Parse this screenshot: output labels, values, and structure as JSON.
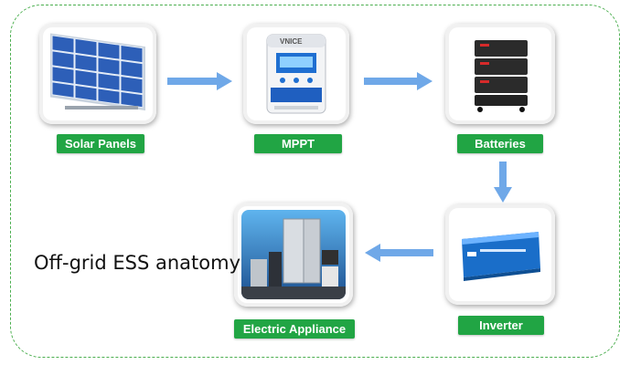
{
  "nodes": [
    {
      "id": "solar",
      "label": "Solar Panels",
      "icon": "solar-panel-array"
    },
    {
      "id": "mppt",
      "label": "MPPT",
      "icon": "mppt-charge-controller",
      "device_text": "VNICE"
    },
    {
      "id": "batteries",
      "label": "Batteries",
      "icon": "battery-rack"
    },
    {
      "id": "inverter",
      "label": "Inverter",
      "icon": "pure-sine-wave-inverter"
    },
    {
      "id": "appliance",
      "label": "Electric Appliance",
      "icon": "home-appliances"
    }
  ],
  "edges": [
    {
      "from": "solar",
      "to": "mppt"
    },
    {
      "from": "mppt",
      "to": "batteries"
    },
    {
      "from": "batteries",
      "to": "inverter"
    },
    {
      "from": "inverter",
      "to": "appliance"
    }
  ],
  "caption": "Off-grid ESS anatomy",
  "colors": {
    "label_bg": "#21a544",
    "arrow": "#6fa8e8",
    "frame": "#4caf50"
  }
}
